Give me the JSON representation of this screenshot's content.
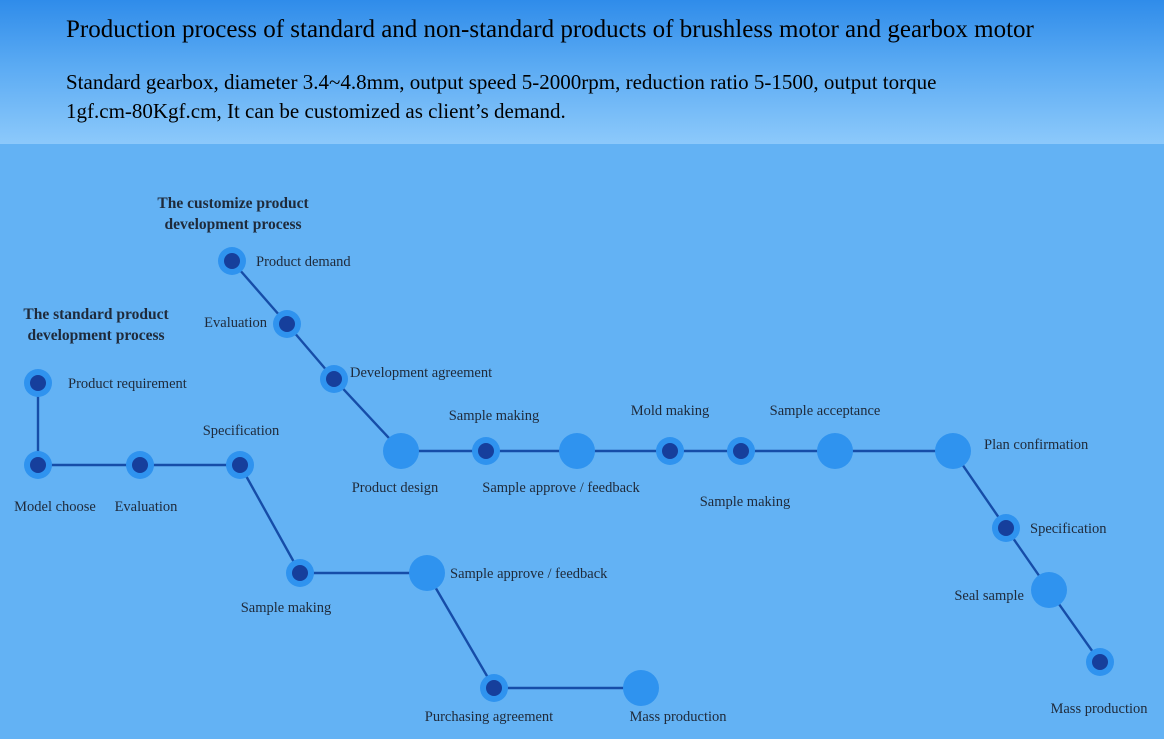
{
  "header": {
    "title": "Production process of standard and non-standard products of brushless motor and gearbox motor",
    "subtitle_line1": "Standard gearbox, diameter 3.4~4.8mm, output speed 5-2000rpm, reduction ratio 5-1500, output torque",
    "subtitle_line2": "1gf.cm-80Kgf.cm, It can be customized as client’s demand."
  },
  "colors": {
    "background": "#63b2f4",
    "line": "#164da8",
    "node_ring": "#2f93ef",
    "node_core": "#163f9c"
  },
  "diagram": {
    "standard_heading": [
      "The standard product",
      "development process"
    ],
    "customize_heading": [
      "The customize product",
      "development process"
    ],
    "labels": {
      "product_requirement": "Product requirement",
      "model_choose": "Model choose",
      "evaluation_std": "Evaluation",
      "specification_std": "Specification",
      "sample_making_std": "Sample making",
      "sample_approve_std": "Sample approve / feedback",
      "purchasing_agreement": "Purchasing agreement",
      "mass_production_std": "Mass production",
      "product_demand": "Product demand",
      "evaluation_cus": "Evaluation",
      "development_agreement": "Development agreement",
      "product_design": "Product design",
      "sample_making_cus1": "Sample making",
      "sample_approve_cus": "Sample approve / feedback",
      "mold_making": "Mold making",
      "sample_making_cus2": "Sample making",
      "sample_acceptance": "Sample acceptance",
      "plan_confirmation": "Plan confirmation",
      "specification_cus": "Specification",
      "seal_sample": "Seal sample",
      "mass_production_cus": "Mass production"
    }
  }
}
